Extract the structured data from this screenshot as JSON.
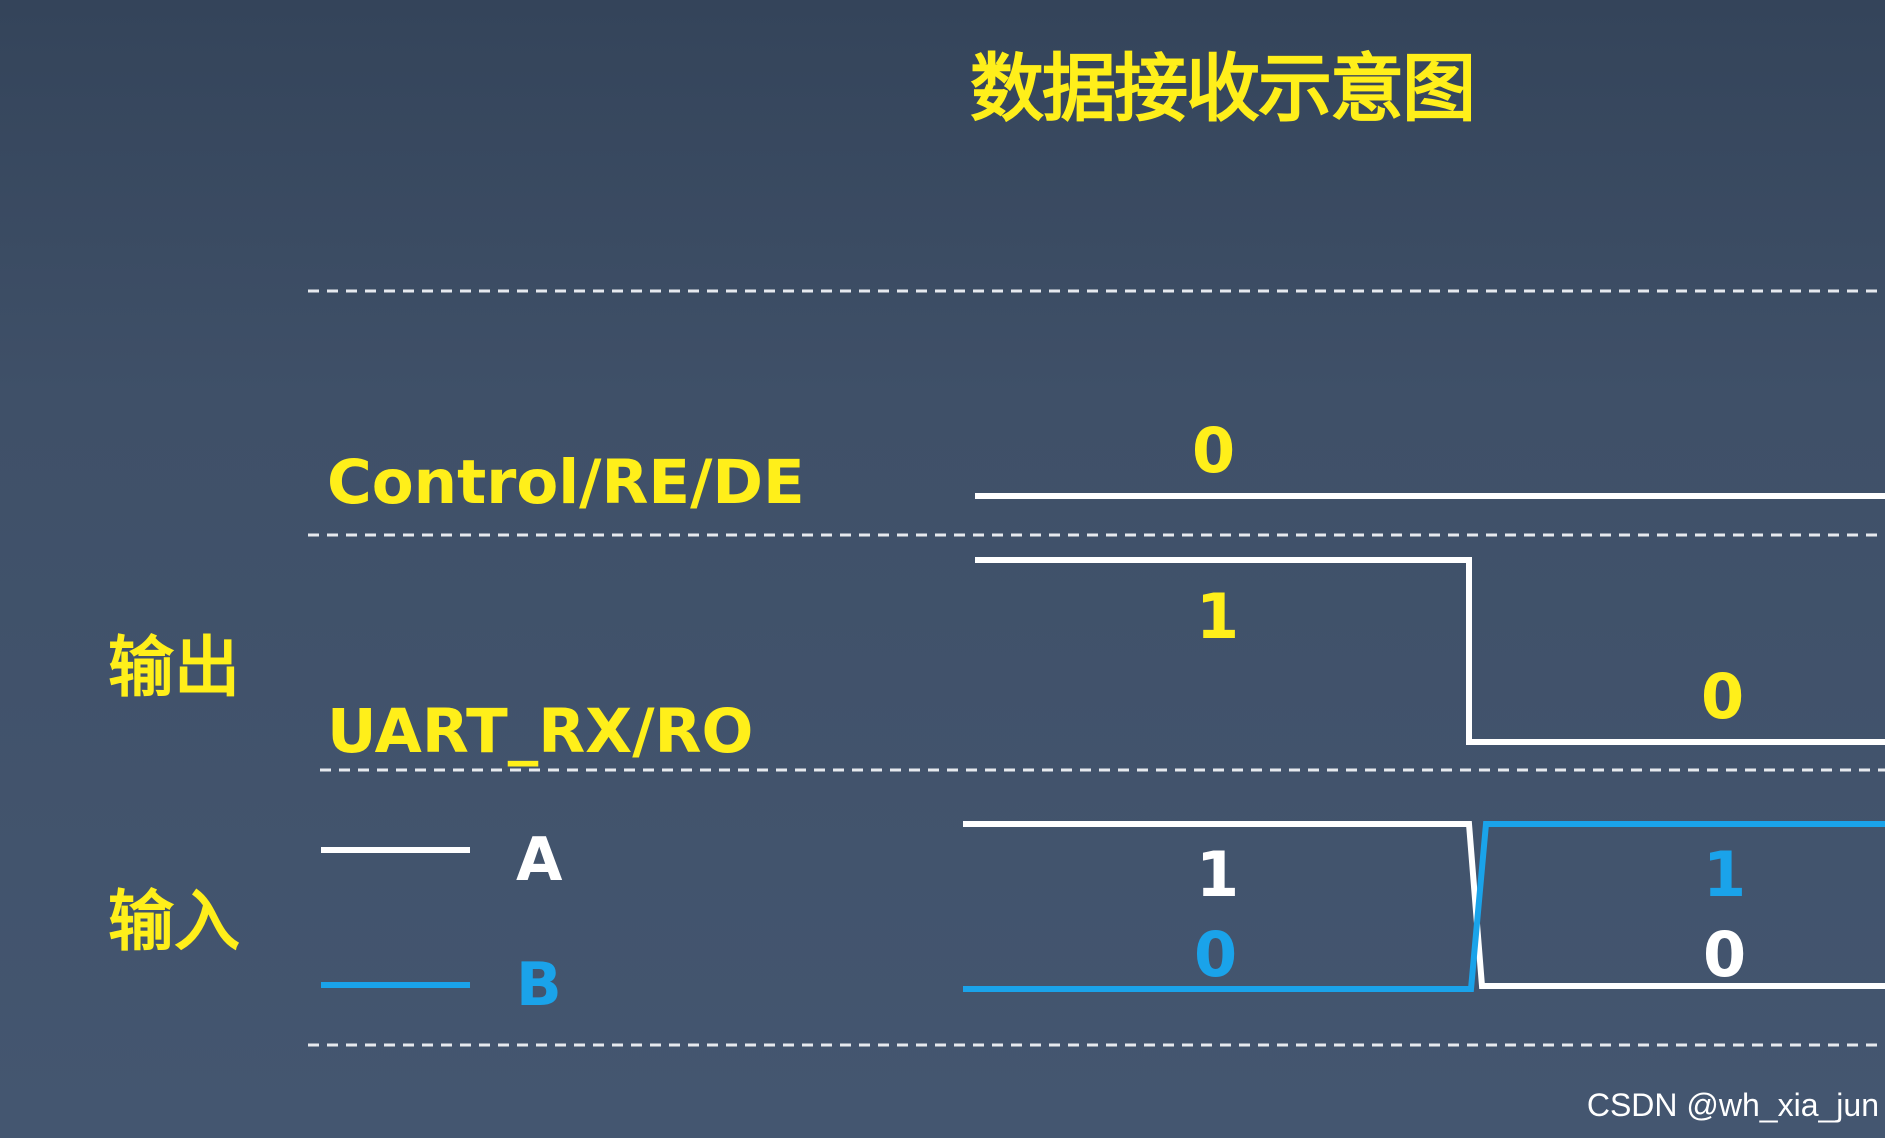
{
  "title": "数据接收示意图",
  "labels": {
    "control": "Control/RE/DE",
    "uart": "UART_RX/RO",
    "output_group": "输出",
    "input_group": "输入",
    "legend_a": "A",
    "legend_b": "B"
  },
  "colors": {
    "accent_text": "#ffef1a",
    "line_a": "#ffffff",
    "line_b": "#1aa3ea",
    "background": "#3f5068"
  },
  "bits": {
    "control_bit": "0",
    "uart_bit_1": "1",
    "uart_bit_2": "0",
    "a_bit_1": "1",
    "b_bit_1": "0",
    "a_bit_2": "0",
    "b_bit_2": "1"
  },
  "watermark": "CSDN @wh_xia_jun"
}
